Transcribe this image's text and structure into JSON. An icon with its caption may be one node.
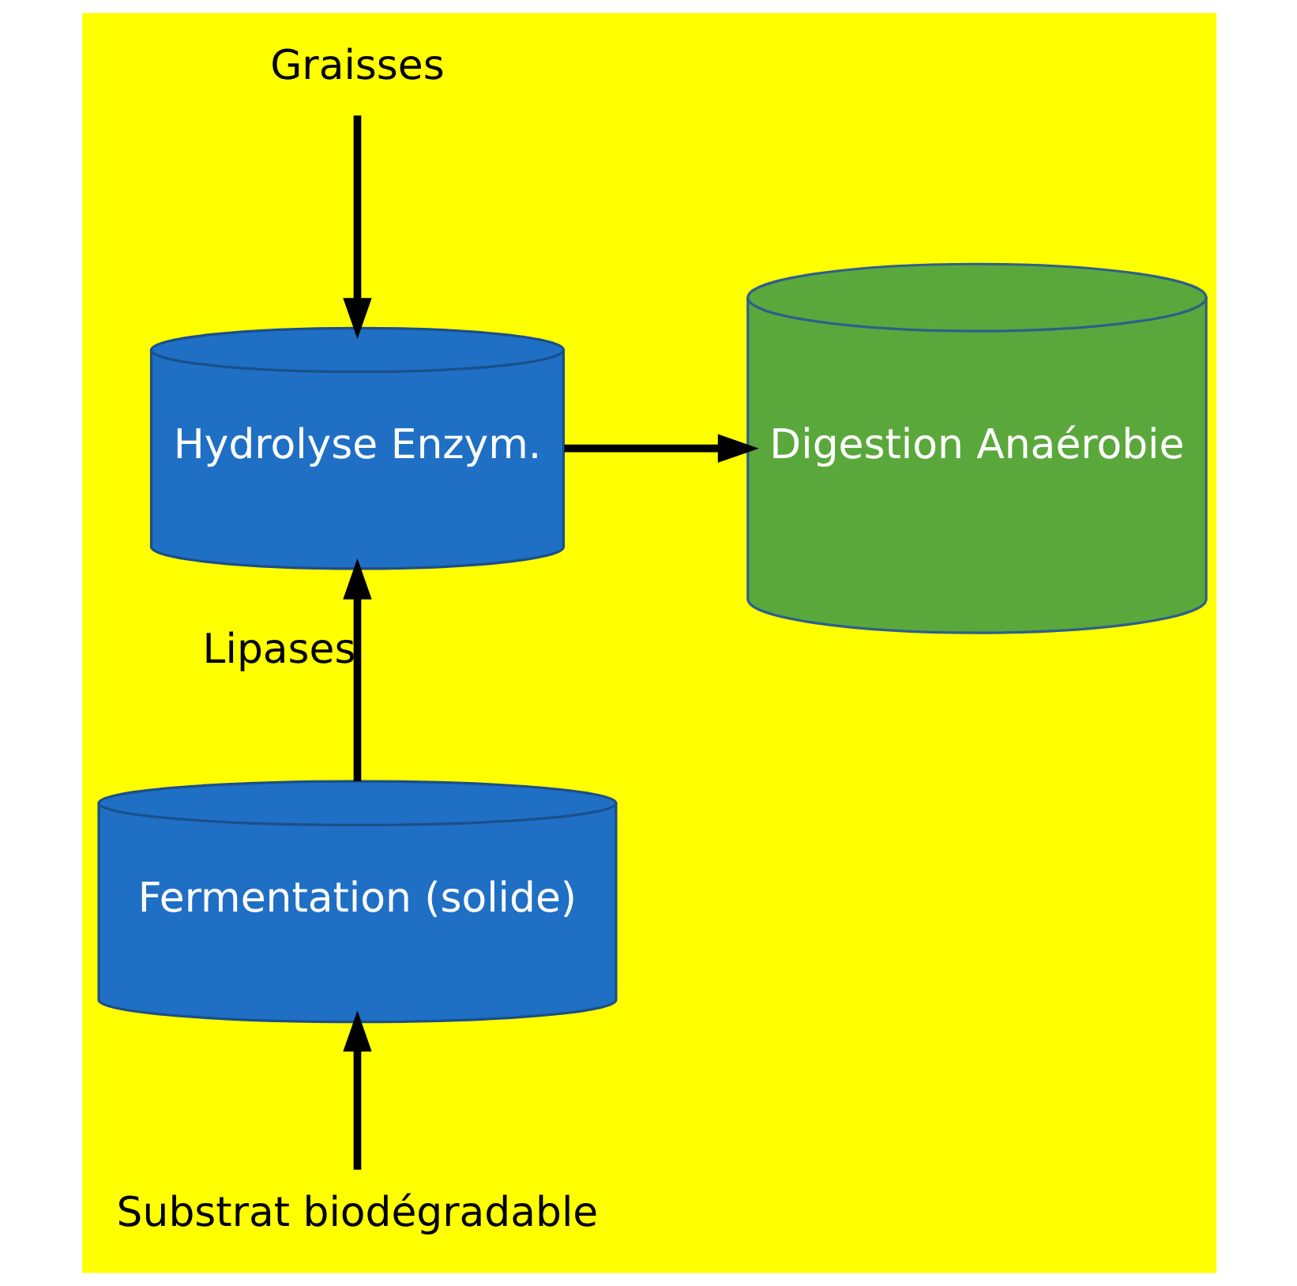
{
  "diagram": {
    "nodes": [
      {
        "text": [
          "Graisses"
        ]
      },
      {
        "text": [
          "Hydrolyse Enzym."
        ]
      },
      {
        "text": [
          "Digestion Anaérobie"
        ]
      },
      {
        "text": [
          "Fermentation (solide)"
        ]
      },
      {
        "text": [
          "Substrat biodégradable"
        ]
      }
    ],
    "edges": [
      {
        "from": 0,
        "to": 1,
        "arrow": "to"
      },
      {
        "from": 1,
        "to": 2,
        "arrow": "to"
      },
      {
        "from": 3,
        "to": 1,
        "arrow": "to",
        "label": "Lipases"
      },
      {
        "from": 4,
        "to": 3,
        "arrow": "to"
      }
    ]
  }
}
